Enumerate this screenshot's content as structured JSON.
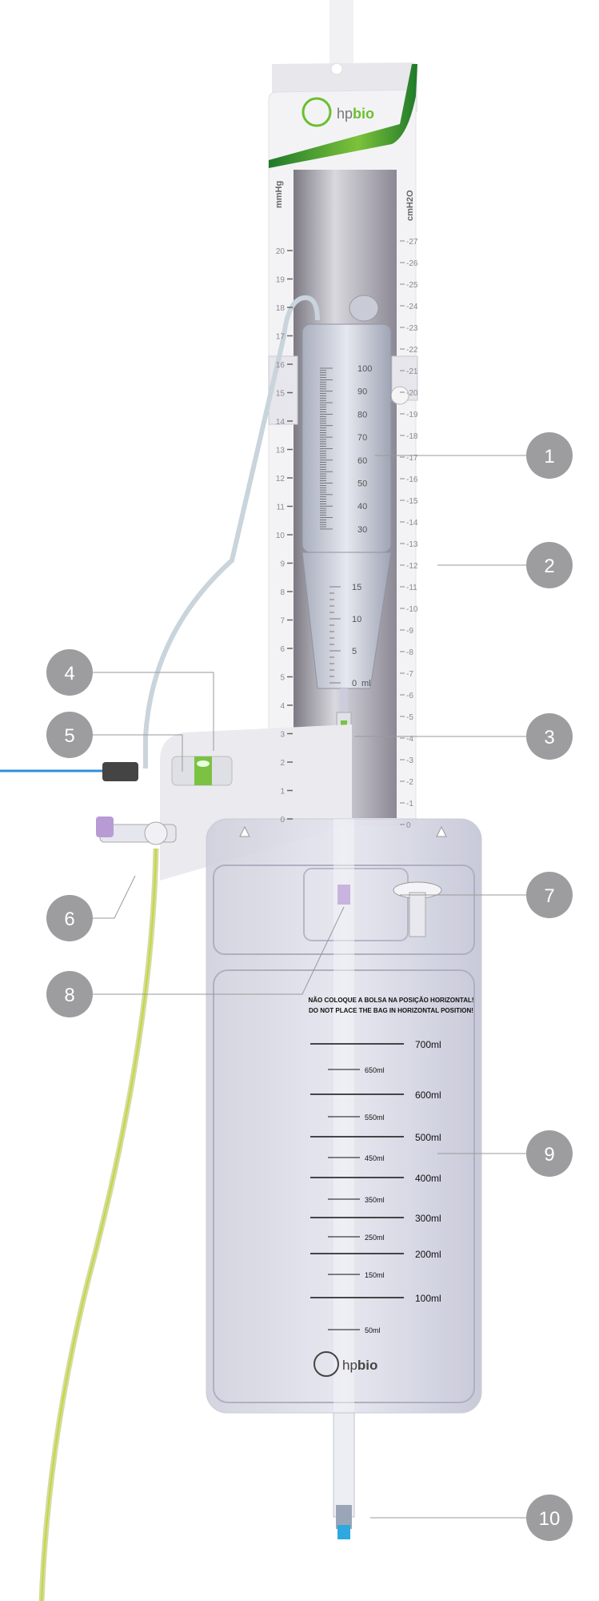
{
  "brand": {
    "logo_prefix": "hp",
    "logo_suffix": "bio",
    "green": "#6abf2e",
    "dark_green": "#1f7a2a"
  },
  "scales": {
    "left_unit": "mmHg",
    "right_unit": "cmH2O",
    "left_labels": [
      "20",
      "19",
      "18",
      "17",
      "16",
      "15",
      "14",
      "13",
      "12",
      "11",
      "10",
      "9",
      "8",
      "7",
      "6",
      "5",
      "4",
      "3",
      "2",
      "1",
      "0"
    ],
    "right_labels": [
      "-27",
      "-26",
      "-25",
      "-24",
      "-23",
      "-22",
      "-21",
      "-20",
      "-19",
      "-18",
      "-17",
      "-16",
      "-15",
      "-14",
      "-13",
      "-12",
      "-11",
      "-10",
      "-9",
      "-8",
      "-7",
      "-6",
      "-5",
      "-4",
      "-3",
      "-2",
      "-1",
      "0"
    ]
  },
  "syringe": {
    "upper_labels": [
      "100",
      "90",
      "80",
      "70",
      "60",
      "50",
      "40",
      "30"
    ],
    "lower_labels": [
      "15",
      "10",
      "5",
      "0"
    ],
    "unit": "ml"
  },
  "bag": {
    "warning_pt": "NÃO COLOQUE A BOLSA NA POSIÇÃO HORIZONTAL!",
    "warning_en": "DO NOT PLACE THE BAG IN HORIZONTAL POSITION!",
    "graduations": [
      "700ml",
      "650ml",
      "600ml",
      "550ml",
      "500ml",
      "450ml",
      "400ml",
      "350ml",
      "300ml",
      "250ml",
      "200ml",
      "150ml",
      "100ml",
      "50ml"
    ]
  },
  "callouts": [
    "1",
    "2",
    "3",
    "4",
    "5",
    "6",
    "7",
    "8",
    "9",
    "10"
  ]
}
